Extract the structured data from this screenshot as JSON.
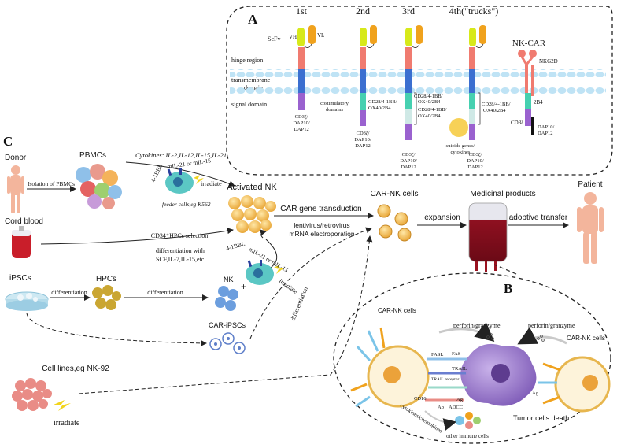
{
  "panels": {
    "a": "A",
    "b": "B",
    "c": "C"
  },
  "panel_a": {
    "generations": [
      "1st",
      "2nd",
      "3rd",
      "4th(\"trucks\")"
    ],
    "nk_car": "NK-CAR",
    "row_labels": {
      "scfv": "ScFv",
      "hinge": "hinge region",
      "tm1": "transmembrane",
      "tm2": "domain",
      "signal": "signal domain"
    },
    "vh": "VH",
    "vl": "VL",
    "nkg2d": "NKG2D",
    "cd3_1": [
      "CD3ζ/",
      "DAP10/",
      "DAP12"
    ],
    "costim_label": [
      "costimulatory",
      "domains"
    ],
    "cd28_2": [
      "CD28/4-1BB/",
      "OX40/2B4"
    ],
    "cd3_2": [
      "CD3ζ/",
      "DAP10/",
      "DAP12"
    ],
    "cd28_3": [
      "CD28/4-1BB/",
      "OX40/2B4"
    ],
    "cd28_3b": [
      "CD28/4-1BB/",
      "OX40/2B4"
    ],
    "cd3_3": [
      "CD3ζ/",
      "DAP10/",
      "DAP12"
    ],
    "cd28_4": [
      "CD28/4-1BB/",
      "OX40/2B4"
    ],
    "suicide": [
      "suicide genes/",
      "cytokines"
    ],
    "cd3_4": [
      "CD3ζ/",
      "DAP10/",
      "DAP12"
    ],
    "b2b4": "2B4",
    "cd3z": "CD3ζ",
    "dap": [
      "DAP10/",
      "DAP12"
    ]
  },
  "panel_c": {
    "donor": "Donor",
    "isolation": "Isolation of PBMCs",
    "pbmcs": "PBMCs",
    "cytokines": "Cytokines: IL-2,IL-12,IL-15,IL-21",
    "bbl1": "4-1BBL",
    "mil1": "mIL-21 or mIL-15",
    "irradiate1": "irradiate",
    "feeder": "feeder cells,eg K562",
    "activated_nk": "Activated NK",
    "cord_blood": "Cord blood",
    "cd34": "CD34⁺HPCs selection",
    "diff_with": [
      "differentiation with",
      "SCF,IL-7,IL-15,etc."
    ],
    "bbl2": "4-1BBL",
    "mil2": "mIL-21 or mIL-15",
    "irradiate2": "irradiate",
    "ipscs": "iPSCs",
    "differentiation": "differentiation",
    "hpcs": "HPCs",
    "nk": "NK",
    "plus": "+",
    "car_ipscs": "CAR-iPSCs",
    "diff_vertical": "differentiation",
    "cell_lines": "Cell lines,eg NK-92",
    "irradiate3": "irradiate",
    "car_nk": "CAR-NK cells",
    "transduction": "CAR gene transduction",
    "vectors": [
      "lentivirus/retrovirus",
      "mRNA electroporation"
    ],
    "medicinal": "Medicinal products",
    "expansion": "expansion",
    "adoptive": "adoptive transfer",
    "patient": "Patient"
  },
  "panel_b": {
    "car_nk_left": "CAR-NK cells",
    "car_nk_right": "CAR-NK cells",
    "perforin_left": "perforin/granzyme",
    "perforin_right": "perforin/granzyme",
    "fasl": "FASL",
    "fas": "FAS",
    "trail": "TRAIL",
    "trail_receptor": "TRAIL receptor",
    "cd16": "CD16",
    "ab": "Ab",
    "adcc": "ADCC",
    "ag_left": "Ag",
    "ag_right": "Ag",
    "cytokines": "cytokines/chemokines",
    "other": "other immune cells",
    "death": "Tumor cells death"
  },
  "colors": {
    "vh": "#d7e91a",
    "vl": "#f0a21d",
    "hinge": "#f07b70",
    "tm": "#3b6fd0",
    "costim": "#46d0b0",
    "costim2": "#cfe9e6",
    "signal": "#9a62cf",
    "membrane": "#bfe3f5",
    "nk_cell": "#f6c96a",
    "tumor": "#9b79c9"
  }
}
